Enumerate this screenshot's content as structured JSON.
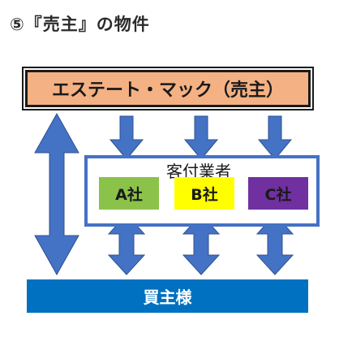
{
  "title": "⑤『売主』の物件",
  "seller": "エステート・マック（売主）",
  "agents": {
    "label": "客付業者",
    "companies": [
      {
        "label": "A社",
        "color": "#8bc34a"
      },
      {
        "label": "B社",
        "color": "#ffff00"
      },
      {
        "label": "C社",
        "color": "#7030a0"
      }
    ]
  },
  "buyer": "買主様",
  "colors": {
    "arrow": "#4472c4",
    "seller_fill": "#f4b183",
    "buyer_fill": "#0070c0"
  }
}
